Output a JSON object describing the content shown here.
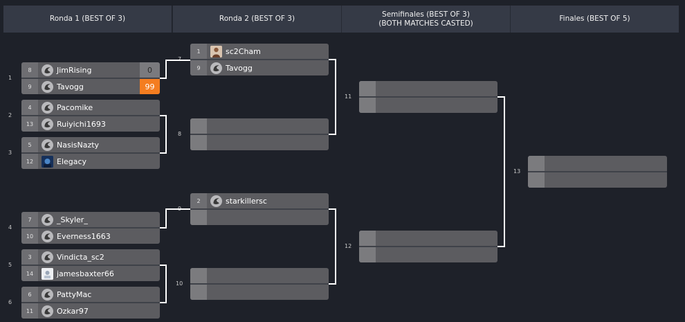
{
  "rounds": [
    {
      "title_line1": "Ronda 1 (BEST OF 3)",
      "title_line2": ""
    },
    {
      "title_line1": "Ronda 2 (BEST OF 3)",
      "title_line2": ""
    },
    {
      "title_line1": "Semifinales (BEST OF 3)",
      "title_line2": "(BOTH MATCHES CASTED)"
    },
    {
      "title_line1": "Finales (BEST OF 5)",
      "title_line2": ""
    }
  ],
  "matches": {
    "m1": {
      "number": "1",
      "p1": {
        "seed": "8",
        "name": "JimRising",
        "score": "0",
        "avatar": "sc2-logo-icon"
      },
      "p2": {
        "seed": "9",
        "name": "Tavogg",
        "score": "99",
        "avatar": "sc2-logo-icon"
      }
    },
    "m2": {
      "number": "2",
      "p1": {
        "seed": "4",
        "name": "Pacomike",
        "avatar": "sc2-logo-icon"
      },
      "p2": {
        "seed": "13",
        "name": "Ruiyichi1693",
        "avatar": "sc2-logo-icon"
      }
    },
    "m3": {
      "number": "3",
      "p1": {
        "seed": "5",
        "name": "NasisNazty",
        "avatar": "sc2-logo-icon"
      },
      "p2": {
        "seed": "12",
        "name": "Elegacy",
        "avatar": "custom-avatar-icon"
      }
    },
    "m4": {
      "number": "4",
      "p1": {
        "seed": "7",
        "name": "_Skyler_",
        "avatar": "sc2-logo-icon"
      },
      "p2": {
        "seed": "10",
        "name": "Everness1663",
        "avatar": "sc2-logo-icon"
      }
    },
    "m5": {
      "number": "5",
      "p1": {
        "seed": "3",
        "name": "Vindicta_sc2",
        "avatar": "sc2-logo-icon"
      },
      "p2": {
        "seed": "14",
        "name": "jamesbaxter66",
        "avatar": "custom-avatar-icon"
      }
    },
    "m6": {
      "number": "6",
      "p1": {
        "seed": "6",
        "name": "PattyMac",
        "avatar": "sc2-logo-icon"
      },
      "p2": {
        "seed": "11",
        "name": "Ozkar97",
        "avatar": "sc2-logo-icon"
      }
    },
    "m7": {
      "number": "7",
      "p1": {
        "seed": "1",
        "name": "sc2Cham",
        "avatar": "photo-avatar-icon"
      },
      "p2": {
        "seed": "9",
        "name": "Tavogg",
        "avatar": "sc2-logo-icon"
      }
    },
    "m8": {
      "number": "8"
    },
    "m9": {
      "number": "9",
      "p1": {
        "seed": "2",
        "name": "starkillersc",
        "avatar": "sc2-logo-icon"
      }
    },
    "m10": {
      "number": "10"
    },
    "m11": {
      "number": "11"
    },
    "m12": {
      "number": "12"
    },
    "m13": {
      "number": "13"
    }
  },
  "colors": {
    "background": "#1e2129",
    "header": "#353a46",
    "match": "#5c5c60",
    "winner_score": "#f47d20",
    "connector": "#ffffff"
  }
}
